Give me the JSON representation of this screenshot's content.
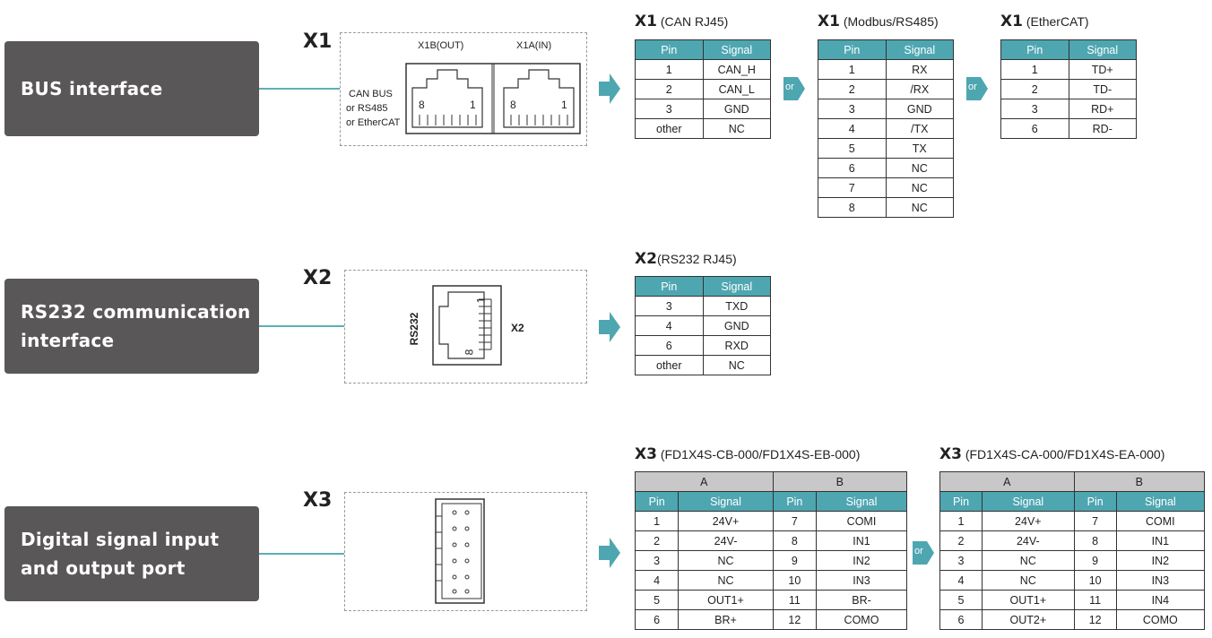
{
  "sections": [
    {
      "label_lines": [
        "BUS interface"
      ],
      "port": "X1"
    },
    {
      "label_lines": [
        "RS232 communication",
        "interface"
      ],
      "port": "X2"
    },
    {
      "label_lines": [
        "Digital signal input",
        "and output port"
      ],
      "port": "X3"
    }
  ],
  "x1_connector": {
    "out_label": "X1B(OUT)",
    "in_label": "X1A(IN)",
    "side_lines": [
      "CAN BUS",
      "or RS485",
      "or EtherCAT"
    ],
    "pin_left": "8",
    "pin_right": "1"
  },
  "x2_connector": {
    "vertical_label": "RS232",
    "name": "X2",
    "pin_top": "1",
    "pin_bottom": "8"
  },
  "or_label": "or",
  "table_header": {
    "pin": "Pin",
    "signal": "Signal",
    "group_a": "A",
    "group_b": "B"
  },
  "tables": {
    "can": {
      "prefix": "X1",
      "title": " (CAN RJ45)",
      "rows": [
        [
          "1",
          "CAN_H"
        ],
        [
          "2",
          "CAN_L"
        ],
        [
          "3",
          "GND"
        ],
        [
          "other",
          "NC"
        ]
      ]
    },
    "modbus": {
      "prefix": "X1",
      "title": " (Modbus/RS485)",
      "rows": [
        [
          "1",
          "RX"
        ],
        [
          "2",
          "/RX"
        ],
        [
          "3",
          "GND"
        ],
        [
          "4",
          "/TX"
        ],
        [
          "5",
          "TX"
        ],
        [
          "6",
          "NC"
        ],
        [
          "7",
          "NC"
        ],
        [
          "8",
          "NC"
        ]
      ]
    },
    "ethercat": {
      "prefix": "X1",
      "title": " (EtherCAT)",
      "rows": [
        [
          "1",
          "TD+"
        ],
        [
          "2",
          "TD-"
        ],
        [
          "3",
          "RD+"
        ],
        [
          "6",
          "RD-"
        ]
      ]
    },
    "rs232": {
      "prefix": "X2",
      "title": "(RS232 RJ45)",
      "rows": [
        [
          "3",
          "TXD"
        ],
        [
          "4",
          "GND"
        ],
        [
          "6",
          "RXD"
        ],
        [
          "other",
          "NC"
        ]
      ]
    },
    "x3_cb": {
      "prefix": "X3",
      "title": " (FD1X4S-CB-000/FD1X4S-EB-000)",
      "rows": [
        [
          "1",
          "24V+",
          "7",
          "COMI"
        ],
        [
          "2",
          "24V-",
          "8",
          "IN1"
        ],
        [
          "3",
          "NC",
          "9",
          "IN2"
        ],
        [
          "4",
          "NC",
          "10",
          "IN3"
        ],
        [
          "5",
          "OUT1+",
          "11",
          "BR-"
        ],
        [
          "6",
          "BR+",
          "12",
          "COMO"
        ]
      ]
    },
    "x3_ca": {
      "prefix": "X3",
      "title": " (FD1X4S-CA-000/FD1X4S-EA-000)",
      "rows": [
        [
          "1",
          "24V+",
          "7",
          "COMI"
        ],
        [
          "2",
          "24V-",
          "8",
          "IN1"
        ],
        [
          "3",
          "NC",
          "9",
          "IN2"
        ],
        [
          "4",
          "NC",
          "10",
          "IN3"
        ],
        [
          "5",
          "OUT1+",
          "11",
          "IN4"
        ],
        [
          "6",
          "OUT2+",
          "12",
          "COMO"
        ]
      ]
    }
  },
  "colors": {
    "label_bg": "#595757",
    "accent": "#4ea6b1",
    "group_header": "#c8c8c8"
  }
}
